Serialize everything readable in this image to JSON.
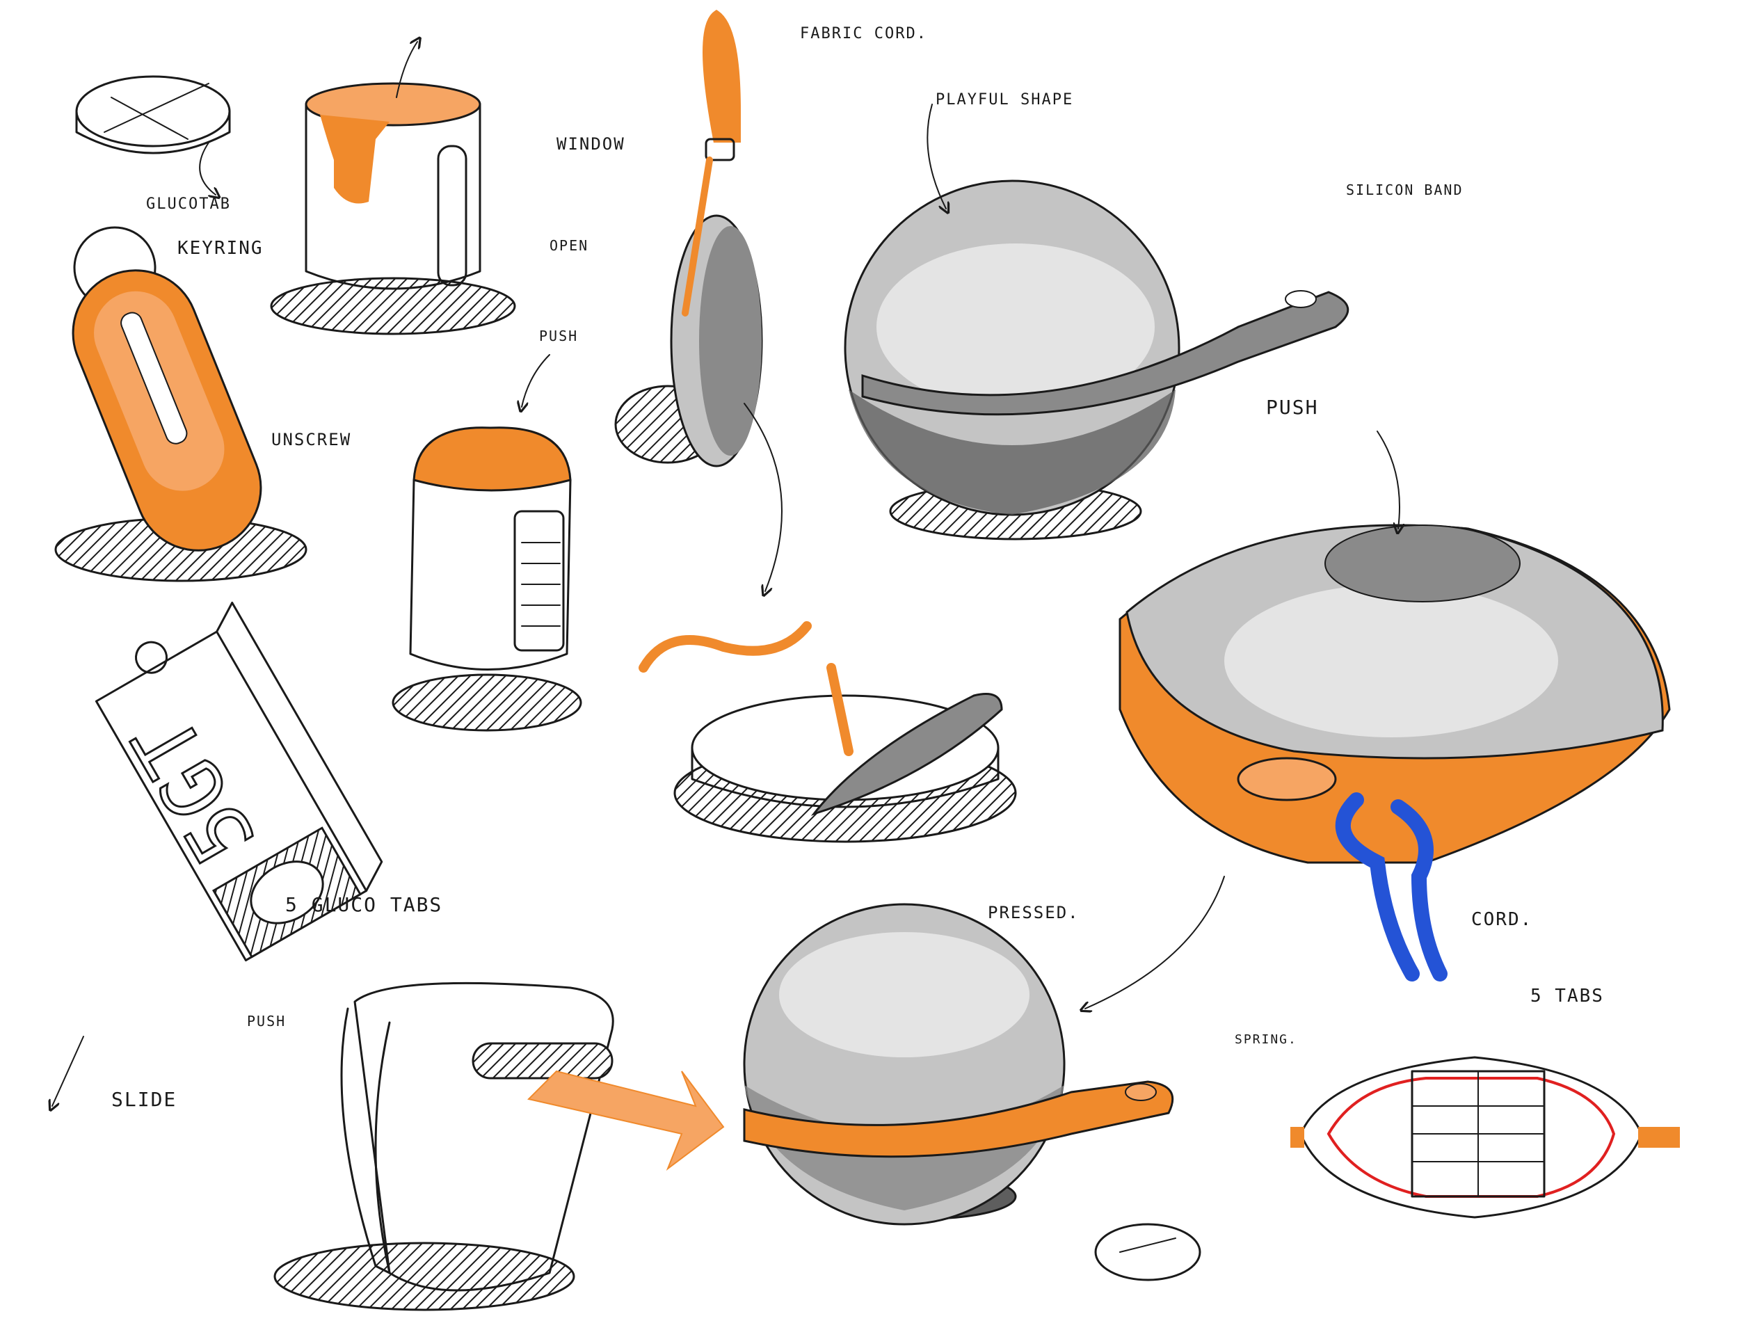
{
  "labels": {
    "fabric_cord": "FABRIC CORD.",
    "glucotab": "GLUCOTAB",
    "window": "WINDOW",
    "keyring": "KEYRING",
    "open": "OPEN",
    "playful_shape": "PLAYFUL SHAPE",
    "silicon_band": "SILICON BAND",
    "unscrew": "UNSCREW",
    "push_top": "PUSH",
    "push_right": "PUSH",
    "gluco_tabs": "5 GLUCO TABS",
    "pressed": "PRESSED.",
    "cord": "CORD.",
    "push_bottom": "PUSH",
    "five_tabs": "5 TABS",
    "spring": "SPRING.",
    "slide": "SLIDE"
  },
  "box_logo": "5GT",
  "colors": {
    "accent_orange": "#f08a2c",
    "light_orange": "#f6a563",
    "neutral_grey": "#8a8a8a",
    "cord_blue": "#2453d6",
    "spring_red": "#e02020"
  }
}
